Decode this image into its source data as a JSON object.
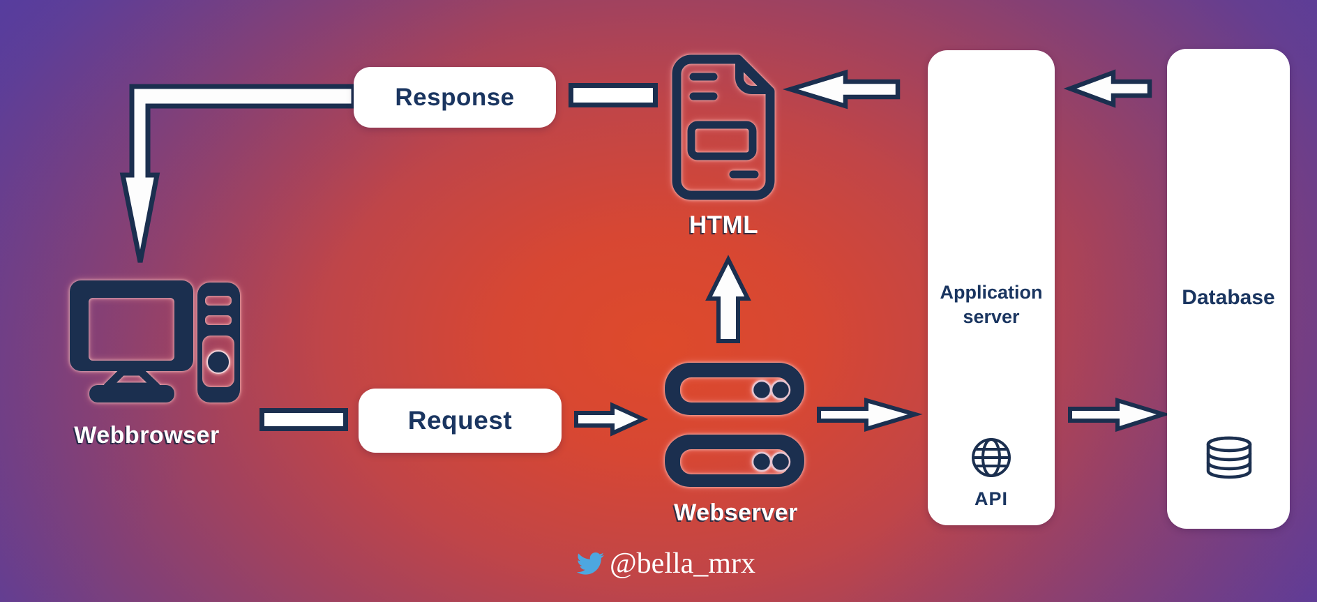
{
  "colors": {
    "navy": "#1b2f4f",
    "text_navy": "#1a3560",
    "box_white": "#ffffff",
    "glow_pink": "#f5d0d8",
    "twitter_blue": "#4da7e0",
    "bg_center": "#de4a2b",
    "bg_edge": "#573d9c"
  },
  "diagram": {
    "response_label": "Response",
    "request_label": "Request",
    "html_label": "HTML",
    "webbrowser_label": "Webbrowser",
    "webserver_label": "Webserver",
    "app_server": {
      "line1": "Application",
      "line2": "server",
      "api_label": "API"
    },
    "database_label": "Database",
    "edges": [
      "response-to-webbrowser",
      "html-to-response",
      "app-server-to-html",
      "database-to-app-server",
      "webbrowser-to-request",
      "request-to-webserver",
      "webserver-to-html",
      "webserver-to-app-server",
      "app-server-to-database"
    ]
  },
  "footer": {
    "handle": "@bella_mrx",
    "icon": "twitter-bird-icon"
  }
}
